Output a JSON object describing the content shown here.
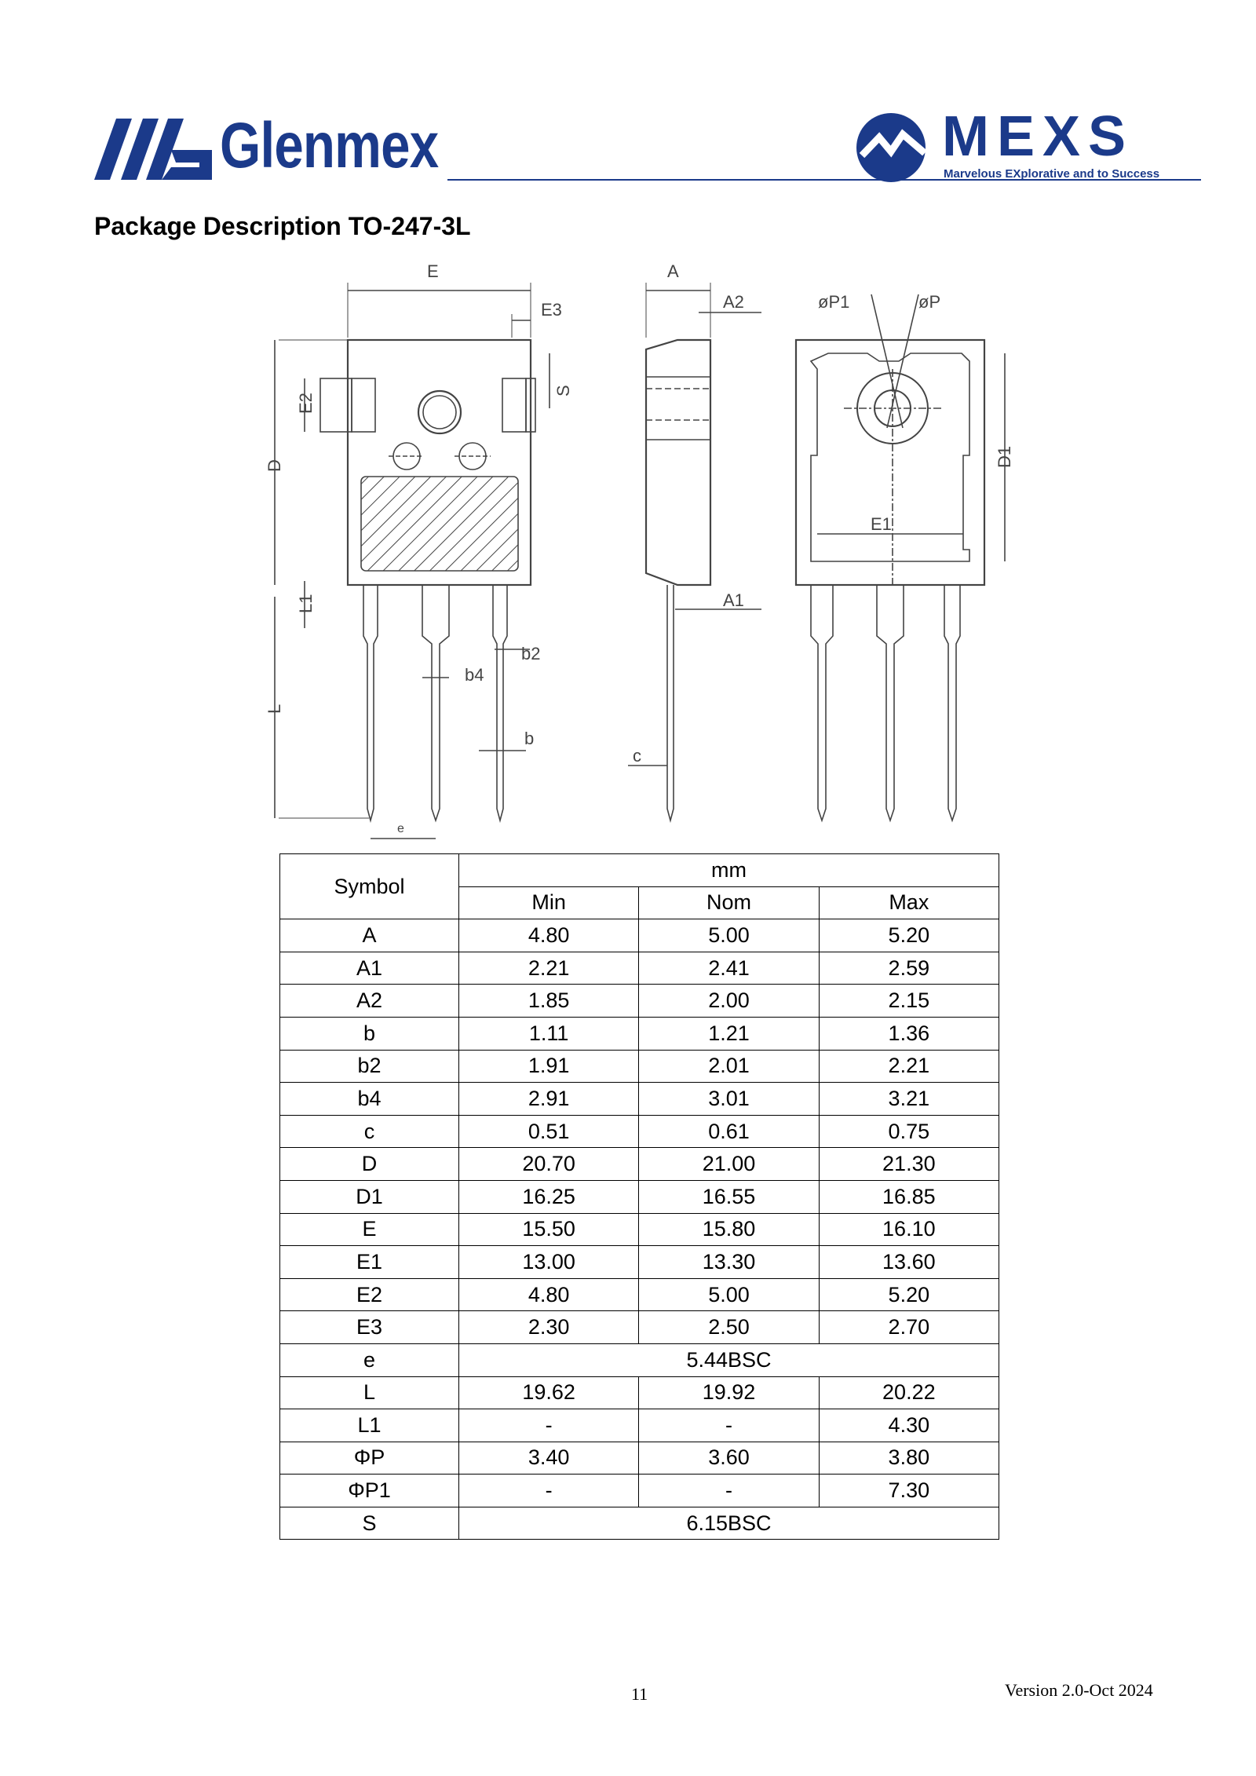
{
  "header": {
    "brand_name": "Glenmex",
    "partner_name": "MEXS",
    "partner_tagline": "Marvelous EXplorative and to Success",
    "brand_color": "#1b3a8a"
  },
  "section_title": "Package Description TO-247-3L",
  "drawing_labels": {
    "E": "E",
    "E3": "E3",
    "S": "S",
    "E2": "E2",
    "D": "D",
    "L1": "L1",
    "L": "L",
    "b2": "b2",
    "b4": "b4",
    "b": "b",
    "e": "e",
    "A": "A",
    "A2": "A2",
    "A1": "A1",
    "c": "c",
    "phiP1": "øP1",
    "phiP": "øP",
    "D1": "D1",
    "E1": "E1"
  },
  "table": {
    "symbol_header": "Symbol",
    "unit_header": "mm",
    "col_headers": [
      "Min",
      "Nom",
      "Max"
    ],
    "rows": [
      {
        "symbol": "A",
        "min": "4.80",
        "nom": "5.00",
        "max": "5.20"
      },
      {
        "symbol": "A1",
        "min": "2.21",
        "nom": "2.41",
        "max": "2.59"
      },
      {
        "symbol": "A2",
        "min": "1.85",
        "nom": "2.00",
        "max": "2.15"
      },
      {
        "symbol": "b",
        "min": "1.11",
        "nom": "1.21",
        "max": "1.36"
      },
      {
        "symbol": "b2",
        "min": "1.91",
        "nom": "2.01",
        "max": "2.21"
      },
      {
        "symbol": "b4",
        "min": "2.91",
        "nom": "3.01",
        "max": "3.21"
      },
      {
        "symbol": "c",
        "min": "0.51",
        "nom": "0.61",
        "max": "0.75"
      },
      {
        "symbol": "D",
        "min": "20.70",
        "nom": "21.00",
        "max": "21.30"
      },
      {
        "symbol": "D1",
        "min": "16.25",
        "nom": "16.55",
        "max": "16.85"
      },
      {
        "symbol": "E",
        "min": "15.50",
        "nom": "15.80",
        "max": "16.10"
      },
      {
        "symbol": "E1",
        "min": "13.00",
        "nom": "13.30",
        "max": "13.60"
      },
      {
        "symbol": "E2",
        "min": "4.80",
        "nom": "5.00",
        "max": "5.20"
      },
      {
        "symbol": "E3",
        "min": "2.30",
        "nom": "2.50",
        "max": "2.70"
      },
      {
        "symbol": "e",
        "span": "5.44BSC"
      },
      {
        "symbol": "L",
        "min": "19.62",
        "nom": "19.92",
        "max": "20.22"
      },
      {
        "symbol": "L1",
        "min": "-",
        "nom": "-",
        "max": "4.30"
      },
      {
        "symbol": "ΦP",
        "min": "3.40",
        "nom": "3.60",
        "max": "3.80"
      },
      {
        "symbol": "ΦP1",
        "min": "-",
        "nom": "-",
        "max": "7.30"
      },
      {
        "symbol": "S",
        "span": "6.15BSC"
      }
    ]
  },
  "footer": {
    "page_number": "11",
    "version": "Version 2.0-Oct 2024"
  }
}
